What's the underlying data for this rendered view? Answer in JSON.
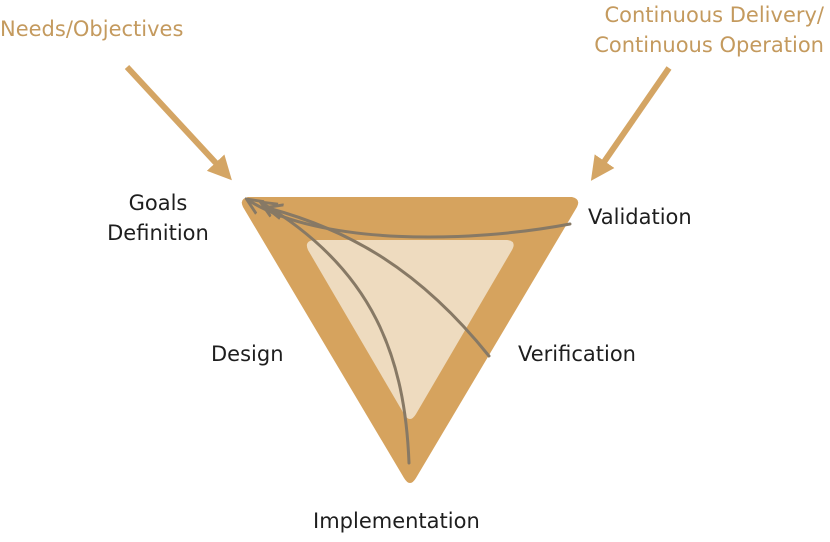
{
  "inputs": {
    "needs": "Needs/Objectives",
    "delivery_line1": "Continuous Delivery/",
    "delivery_line2": "Continuous Operation"
  },
  "stages": {
    "goals_line1": "Goals",
    "goals_line2": "Definition",
    "validation": "Validation",
    "design": "Design",
    "verification": "Verification",
    "implementation": "Implementation"
  },
  "colors": {
    "outer_triangle": "#d6a35e",
    "inner_triangle": "#eedbbf",
    "input_arrow": "#d4a564",
    "flow_arrow": "#877965",
    "input_text": "#c49a5e",
    "stage_text": "#1e1e1e"
  }
}
